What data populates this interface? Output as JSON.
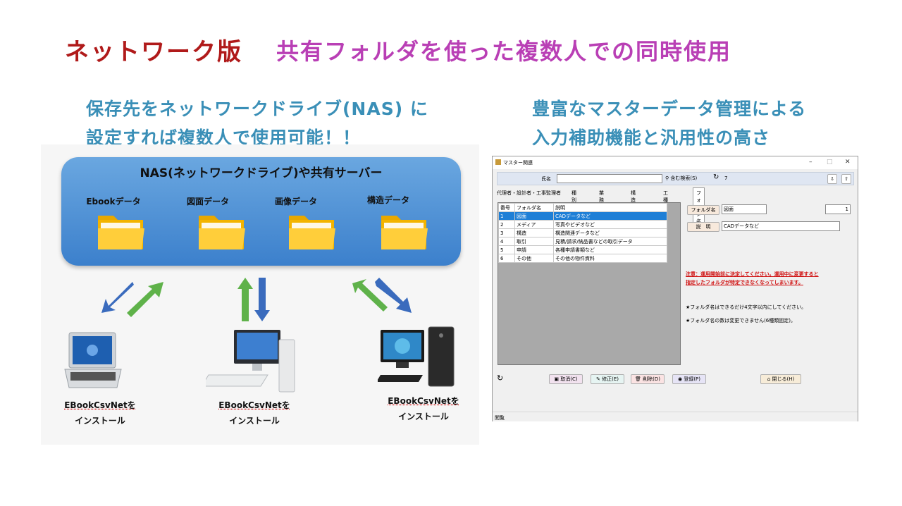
{
  "heading": {
    "network_edition": "ネットワーク版",
    "shared_folder": "共有フォルダを使った複数人での同時使用"
  },
  "left_caption": {
    "line1": "保存先をネットワークドライブ(NAS) に",
    "line2": "設定すれば複数人で使用可能！！"
  },
  "right_caption": {
    "line1": "豊富なマスターデータ管理による",
    "line2": "入力補助機能と汎用性の高さ"
  },
  "diagram": {
    "nas_title": "NAS(ネットワークドライブ)や共有サーバー",
    "folders": [
      "Ebookデータ",
      "図面データ",
      "画像データ",
      "構造データ"
    ],
    "clients": [
      {
        "app": "EBookCsvNetを",
        "action": "インストール"
      },
      {
        "app": "EBookCsvNetを",
        "action": "インストール"
      },
      {
        "app": "EBookCsvNetを",
        "action": "インストール"
      }
    ]
  },
  "window": {
    "title": "マスター関連",
    "name_label": "氏名",
    "search_button": "含む検索(S)",
    "count": "7",
    "tabs": [
      "代理者・設計者・工事監理者",
      "種別",
      "業務",
      "構造",
      "工種",
      "フォルダ名"
    ],
    "grid_headers": [
      "番号",
      "フォルダ名",
      "説明"
    ],
    "grid_rows": [
      [
        "1",
        "図面",
        "CADデータなど"
      ],
      [
        "2",
        "メディア",
        "写真やビデオなど"
      ],
      [
        "3",
        "構造",
        "構造関連データなど"
      ],
      [
        "4",
        "取引",
        "見積/請求/納品書などの取引データ"
      ],
      [
        "5",
        "申請",
        "各種申請書類など"
      ],
      [
        "6",
        "その他",
        "その他の物件資料"
      ]
    ],
    "folder_name_label": "フォルダ名",
    "folder_name_value": "図面",
    "number_value": "1",
    "description_label": "説　明",
    "description_value": "CADデータなど",
    "warning_line1": "注意：運用開始前に決定してください。運用中に変更すると",
    "warning_line2": "指定したフォルダが特定できなくなってしまいます。",
    "note1": "★フォルダ名はできるだけ4文字以内にしてください。",
    "note2": "★フォルダ名の数は変更できません(6種類固定)。",
    "buttons": {
      "cancel": "取消(C)",
      "edit": "修正(E)",
      "delete": "削除(D)",
      "register": "登録(P)",
      "close": "閉じる(H)"
    },
    "status": "閲覧"
  },
  "colors": {
    "network_edition": "#b01a1a",
    "shared_folder": "#b93fb5",
    "caption": "#3a8fb7",
    "nas_box": "#4a8ad4",
    "grid_selection": "#1f7fd6"
  }
}
